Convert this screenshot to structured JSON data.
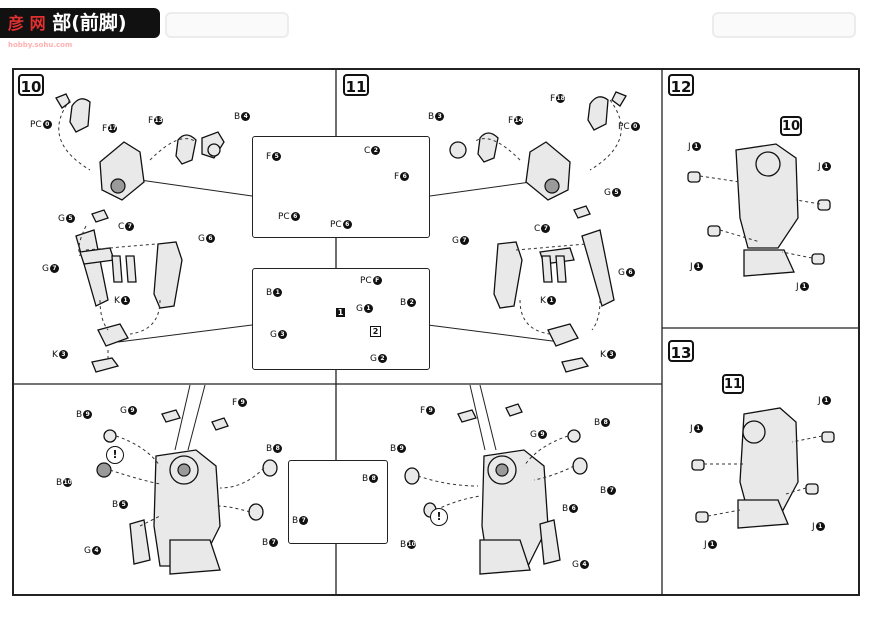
{
  "header": {
    "site_mark": "彦 网",
    "site_url": "hobby.sohu.com",
    "title": "部(前脚)"
  },
  "steps": {
    "s10": "10",
    "s11": "11",
    "s12": "12",
    "s13": "13",
    "ref10": "10",
    "ref11": "11"
  },
  "markers": {
    "m1": "1",
    "m2": "2",
    "warn": "!"
  },
  "labels": {
    "pc0_a": "PC",
    "pc0_a_n": "0",
    "f17": "F",
    "f17_n": "17",
    "f13": "F",
    "f13_n": "13",
    "b4": "B",
    "b4_n": "4",
    "g5_a": "G",
    "g5_a_n": "5",
    "c7_a": "C",
    "c7_a_n": "7",
    "g6_a": "G",
    "g6_a_n": "6",
    "g7_a": "G",
    "g7_a_n": "7",
    "k1_a": "K",
    "k1_a_n": "1",
    "k3_a": "K",
    "k3_a_n": "3",
    "in_f5": "F",
    "in_f5_n": "5",
    "in_c2": "C",
    "in_c2_n": "2",
    "in_f6": "F",
    "in_f6_n": "6",
    "in_pc6a": "PC",
    "in_pc6a_n": "6",
    "in_pc6b": "PC",
    "in_pc6b_n": "6",
    "in_b1": "B",
    "in_b1_n": "1",
    "in_pcf": "PC",
    "in_pcf_n": "F",
    "in_g1": "G",
    "in_g1_n": "1",
    "in_b2": "B",
    "in_b2_n": "2",
    "in_g3": "G",
    "in_g3_n": "3",
    "in_g2": "G",
    "in_g2_n": "2",
    "b3": "B",
    "b3_n": "3",
    "f14": "F",
    "f14_n": "14",
    "f18": "F",
    "f18_n": "18",
    "pc0_b": "PC",
    "pc0_b_n": "0",
    "g5_b": "G",
    "g5_b_n": "5",
    "g7_b": "G",
    "g7_b_n": "7",
    "c7_b": "C",
    "c7_b_n": "7",
    "g6_b": "G",
    "g6_b_n": "6",
    "k1_b": "K",
    "k1_b_n": "1",
    "k3_b": "K",
    "k3_b_n": "3",
    "j1_a": "J",
    "j1_a_n": "1",
    "j1_b": "J",
    "j1_b_n": "1",
    "j1_c": "J",
    "j1_c_n": "1",
    "j1_d": "J",
    "j1_d_n": "1",
    "j1_e": "J",
    "j1_e_n": "1",
    "j1_f": "J",
    "j1_f_n": "1",
    "j1_g": "J",
    "j1_g_n": "1",
    "j1_h": "J",
    "j1_h_n": "1",
    "b9_a": "B",
    "b9_a_n": "9",
    "g9_a": "G",
    "g9_a_n": "9",
    "f9_a": "F",
    "f9_a_n": "9",
    "b8_a": "B",
    "b8_a_n": "8",
    "b10_a": "B",
    "b10_a_n": "10",
    "b5_a": "B",
    "b5_a_n": "5",
    "g4_a": "G",
    "g4_a_n": "4",
    "b7_a": "B",
    "b7_a_n": "7",
    "in_b8": "B",
    "in_b8_n": "8",
    "in_b7": "B",
    "in_b7_n": "7",
    "f9_b": "F",
    "f9_b_n": "9",
    "g9_b": "G",
    "g9_b_n": "9",
    "b8_b": "B",
    "b8_b_n": "8",
    "b9_b": "B",
    "b9_b_n": "9",
    "b6_b": "B",
    "b6_b_n": "6",
    "b7_b": "B",
    "b7_b_n": "7",
    "b10_b": "B",
    "b10_b_n": "10",
    "g4_b": "G",
    "g4_b_n": "4"
  }
}
